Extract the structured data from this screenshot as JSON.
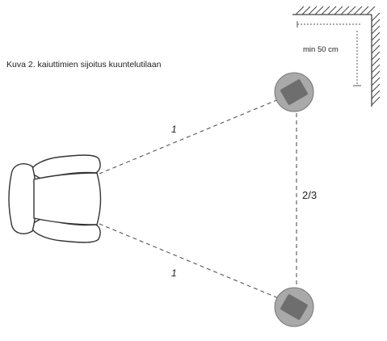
{
  "caption": "Kuva 2.  kaiuttimien sijoitus kuuntelutilaan",
  "wall_distance_label": "min  50 cm",
  "side_label_upper": "1",
  "side_label_lower": "1",
  "speaker_gap_label": "2/3",
  "colors": {
    "line": "#555555",
    "speaker_circle": "#a9a9a9",
    "speaker_box": "#707070",
    "chair_stroke": "#333333",
    "wall_hatch": "#444444"
  }
}
